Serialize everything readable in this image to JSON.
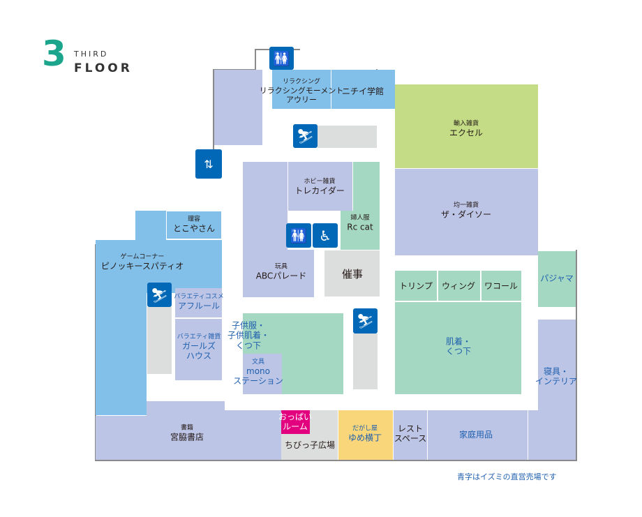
{
  "header": {
    "floor_number": "3",
    "line1": "THIRD",
    "line2": "FLOOR"
  },
  "shops": {
    "relaxing": {
      "category": "リラクシング",
      "name": "リラクシングモーメント\nアウリー"
    },
    "nichii": {
      "name": "ニチイ学館"
    },
    "excel": {
      "category": "輸入雑貨",
      "name": "エクセル"
    },
    "daiso": {
      "category": "均一雑貨",
      "name": "ザ・ダイソー"
    },
    "trecaider": {
      "category": "ホビー雑貨",
      "name": "トレカイダー"
    },
    "rccat": {
      "category": "婦人服",
      "name": "Rc cat"
    },
    "abc": {
      "category": "玩具",
      "name": "ABCパレード"
    },
    "saiji": {
      "name": "催事"
    },
    "tokoya": {
      "category": "理容",
      "name": "とこやさん"
    },
    "pinocchio": {
      "category": "ゲームコーナー",
      "name": "ピノッキースパティオ"
    },
    "afurur": {
      "category": "バラエティコスメ",
      "name": "アフルール"
    },
    "girls": {
      "category": "バラエティ雑貨",
      "name": "ガールズ",
      "name2": "ハウス"
    },
    "kids": {
      "line1": "子供服・",
      "line2": "子供肌着・",
      "line3": "くつ下"
    },
    "mono": {
      "category": "文具",
      "name": "mono",
      "name2": "ステーション"
    },
    "triumph": {
      "name": "トリンプ"
    },
    "wing": {
      "name": "ウィング"
    },
    "wacoal": {
      "name": "ワコール"
    },
    "underwear": {
      "line1": "肌着・",
      "line2": "くつ下"
    },
    "pajama": {
      "name": "パジャマ"
    },
    "bedding": {
      "line1": "寝具・",
      "line2": "インテリア"
    },
    "books": {
      "category": "書籍",
      "name": "宮脇書店"
    },
    "nursing": {
      "line1": "おっぱい",
      "line2": "ルーム"
    },
    "kidsplaza": {
      "name": "ちびっ子広場"
    },
    "dagashi": {
      "category": "だがし屋",
      "name": "ゆめ横丁"
    },
    "rest": {
      "line1": "レスト",
      "line2": "スペース"
    },
    "household": {
      "name": "家庭用品"
    }
  },
  "note": "青字はイズミの直営売場です",
  "colors": {
    "icon": "#0068b6",
    "direct": "#1f5fae",
    "logo": "#1aa58c"
  }
}
